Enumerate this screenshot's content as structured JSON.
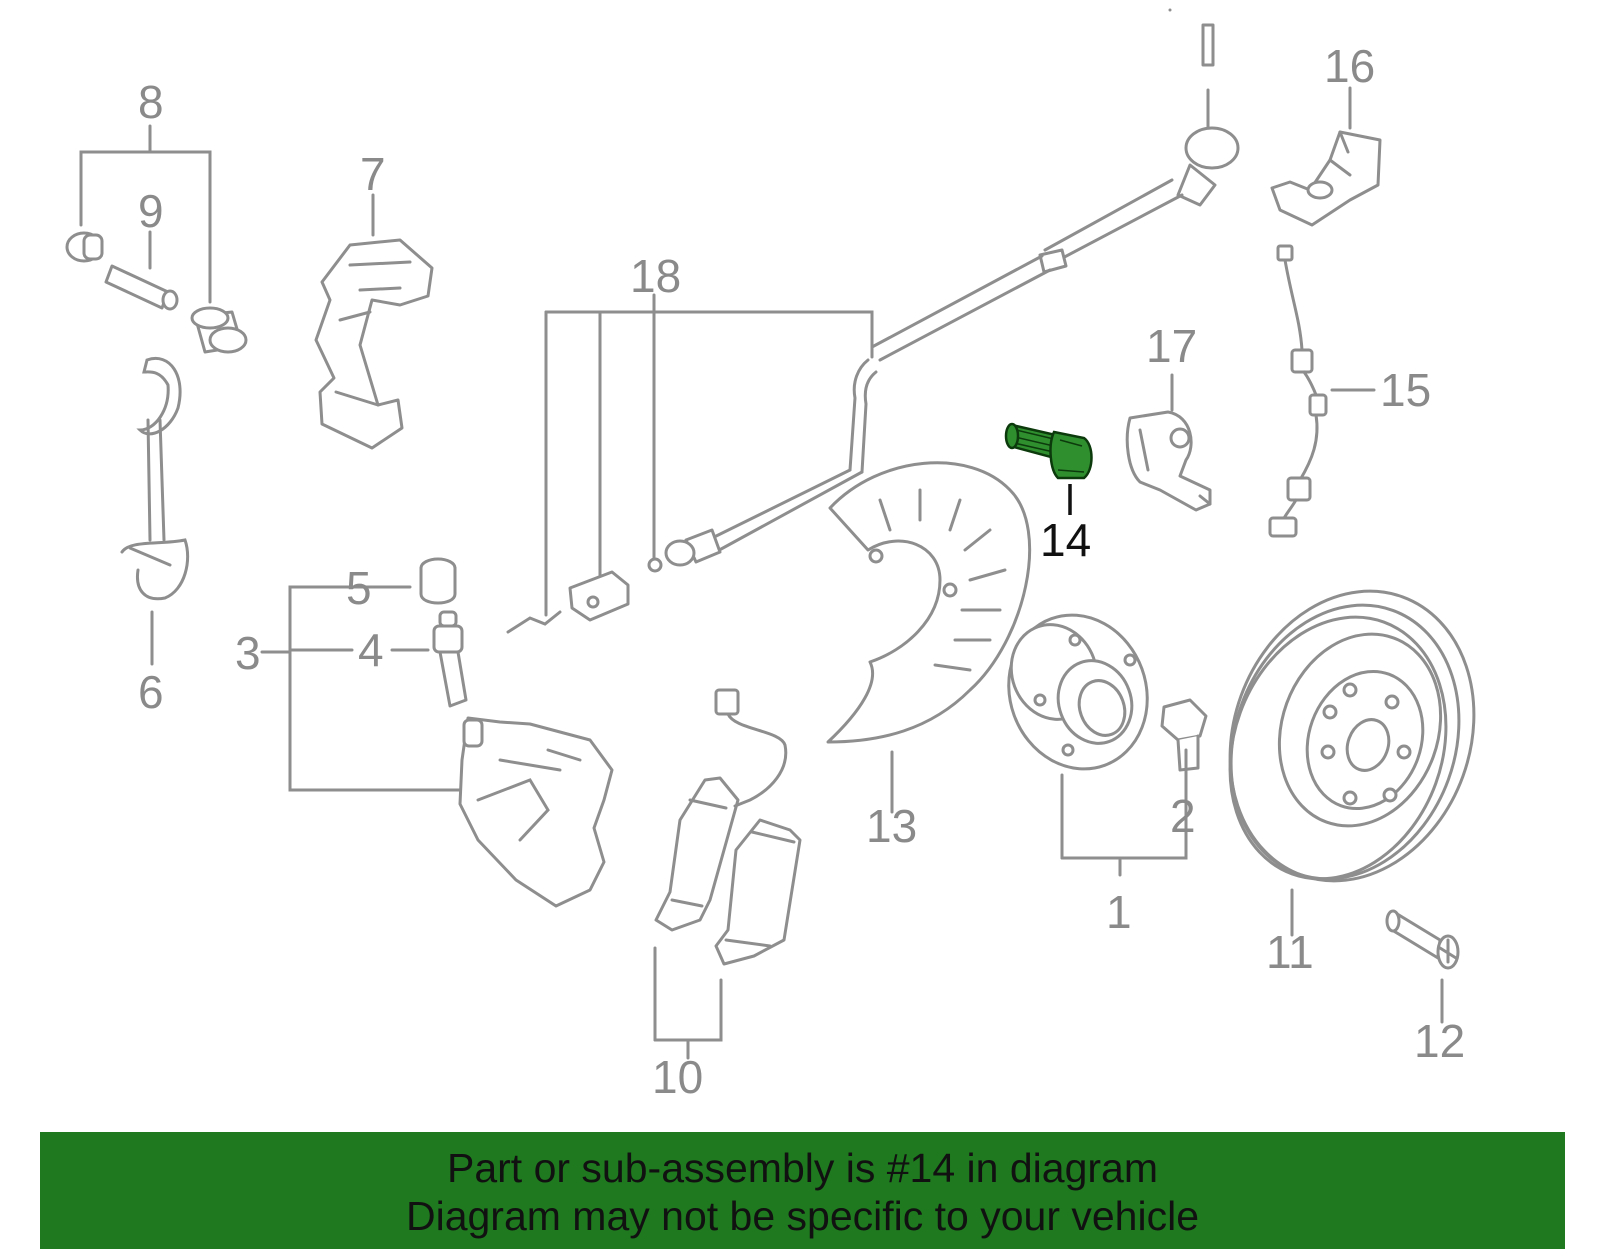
{
  "diagram": {
    "highlighted_part": "14",
    "labels": {
      "l1": "1",
      "l2": "2",
      "l3": "3",
      "l4": "4",
      "l5": "5",
      "l6": "6",
      "l7": "7",
      "l8": "8",
      "l9": "9",
      "l10": "10",
      "l11": "11",
      "l12": "12",
      "l13": "13",
      "l14": "14",
      "l15": "15",
      "l16": "16",
      "l17": "17",
      "l18": "18"
    }
  },
  "banner": {
    "line1": "Part or sub-assembly is #14 in diagram",
    "line2": "Diagram may not be specific to your vehicle"
  },
  "colors": {
    "banner_bg": "#1f7a1f",
    "highlight_part": "#2f8f2f",
    "part_stroke": "#8e8e8e",
    "label_gray": "#8a8a8a"
  }
}
